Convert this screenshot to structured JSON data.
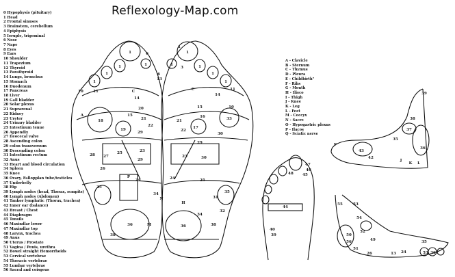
{
  "site_title": "Reflexology-Map.com",
  "legend_numbers": [
    "0  Hypophysis (pituitary)",
    "1  Head",
    "2  Frontal sinuses",
    "3 Brainstem, cerebellum",
    "4 Epiphysis",
    "5 Ieruple, trigeminal",
    "6 Nose",
    "7 Nape",
    "8 Eyes",
    "9 Ears",
    "10 Shoulder",
    "11 Trapezium",
    "12 Thyroid",
    "13 Parathyroid",
    "14 Lungs, bronchus",
    "15 Stomach",
    "16 Duodenum",
    "17 Pancreas",
    "18 Liver",
    "19 Gall bladder",
    "20 Solar plexus",
    "21 Suprarenal",
    "22 Kidney",
    "23 Ureter",
    "24 Urinary bladder",
    "25 Intestinum tenue",
    "26 Appendix",
    "27 Ileocecal valve",
    "28 Ascending colon",
    "29 colon transversum",
    "30 Descending colon",
    "31 Intestinum rectum",
    "32 Anus",
    "33 Heart and blood circulation",
    "34 Spleen",
    "35 Knee",
    "36 Ovary, Fallopplan tube/testicles",
    "37 Underbelly",
    "38 Hip",
    "39 Lymph nodes (head, Thorax, scmpits)",
    "40 Lymph nodes (Abdomen)",
    "41 Tankor lymphatic (Thorax, trachea)",
    "42 Inner ear (balance)",
    "43 Breast / Chest",
    "44 Diaphragm",
    "45 Tonsils",
    "46 Maxindlar lower",
    "47 Maxindlar top",
    "48 Larynx, trachea",
    "49 Anus",
    "50 Uterus / Prostate",
    "51 Vagina / Penis, urethra",
    "52 Bowel straight Hemorrhoids",
    "53 Cervical vertebrae",
    "54 Thoracic vertebrae",
    "55 Lumbar vertebrae",
    "56 Sacral and coisgeus"
  ],
  "legend_letters": [
    "A - Clavicle",
    "B - Sternum",
    "C - Thymus",
    "D - Pleura",
    "E - Childbirth\"",
    "F - Ribs",
    "G - Mouth",
    "H - Ilisco",
    "I - Thigh",
    "J - Knee",
    "K - Leg",
    "L - Feet",
    "M - Coccyx",
    "N - Sacre",
    "O - Hypogastric plexus",
    "P - Ilacos",
    "Q - Sciatic nerve"
  ],
  "left_sole_labels": [
    "1",
    "1",
    "1",
    "1",
    "1",
    "6",
    "10",
    "11",
    "14",
    "A",
    "C",
    "15",
    "18",
    "19",
    "27",
    "26",
    "28",
    "25",
    "29",
    "21",
    "22",
    "23",
    "20",
    "24",
    "29",
    "35",
    "34",
    "36",
    "P",
    "M",
    "38"
  ],
  "right_sole_labels": [
    "1",
    "1",
    "1",
    "1",
    "1",
    "1",
    "6",
    "13",
    "3",
    "C",
    "14",
    "11",
    "10",
    "33",
    "15",
    "16",
    "17",
    "21",
    "22",
    "30",
    "29",
    "23",
    "30",
    "24",
    "25",
    "31",
    "32",
    "N",
    "38",
    "36",
    "H",
    "35",
    "34"
  ],
  "top_foot_labels": [
    "47",
    "46",
    "45",
    "48",
    "44",
    "40",
    "39"
  ],
  "side_foot_top_labels": [
    "37",
    "38",
    "36",
    "42",
    "43",
    "35",
    "39",
    "F",
    "J",
    "K",
    "L"
  ],
  "side_foot_bottom_labels": [
    "55",
    "53",
    "54",
    "52",
    "56",
    "50",
    "51",
    "49",
    "13",
    "53",
    "36",
    "35",
    "24",
    "26"
  ]
}
